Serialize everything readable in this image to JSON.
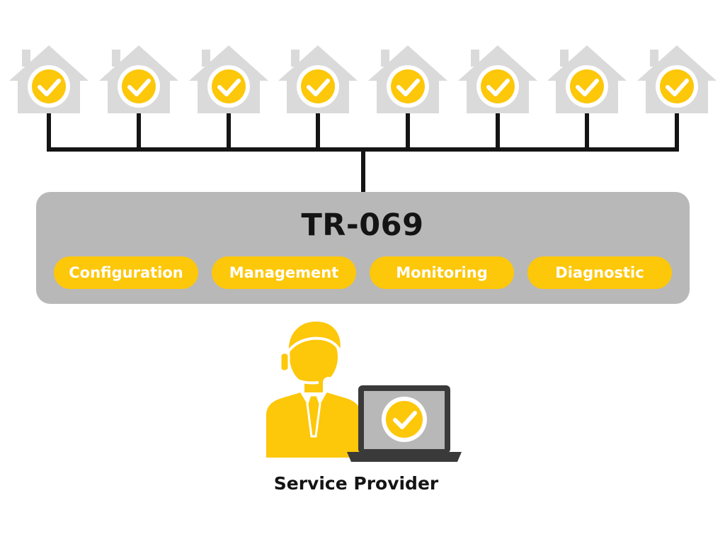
{
  "diagram": {
    "network": {
      "clients": [
        {
          "icon": "house-check-icon",
          "status": "ok"
        },
        {
          "icon": "house-check-icon",
          "status": "ok"
        },
        {
          "icon": "house-check-icon",
          "status": "ok"
        },
        {
          "icon": "house-check-icon",
          "status": "ok"
        },
        {
          "icon": "house-check-icon",
          "status": "ok"
        },
        {
          "icon": "house-check-icon",
          "status": "ok"
        },
        {
          "icon": "house-check-icon",
          "status": "ok"
        },
        {
          "icon": "house-check-icon",
          "status": "ok"
        }
      ]
    },
    "protocol": {
      "title": "TR-069",
      "functions": [
        "Configuration",
        "Management",
        "Monitoring",
        "Diagnostic"
      ]
    },
    "provider": {
      "label": "Service Provider",
      "icons": [
        "support-agent-icon",
        "laptop-check-icon"
      ]
    }
  },
  "colors": {
    "accent": "#fdc70a",
    "panel": "#b8b8b8",
    "house": "#dadada",
    "line": "#141414",
    "laptop_frame": "#3a3a3a"
  }
}
